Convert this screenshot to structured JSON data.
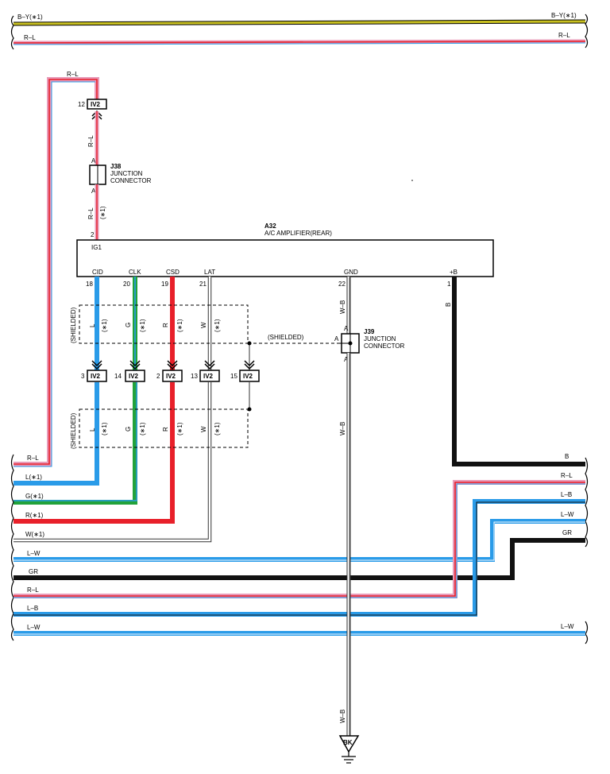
{
  "colors": {
    "blue": "#2a9be8",
    "red": "#e8202a",
    "green": "#22a23a",
    "yellow": "#c8c020",
    "black": "#111111",
    "white_wire": "#ffffff",
    "pink": "#e89ab8",
    "ground": "#000000"
  },
  "top_bus": {
    "b_y_left": "B–Y(∗1)",
    "b_y_right": "B–Y(∗1)",
    "r_l_left": "R–L",
    "r_l_right": "R–L"
  },
  "feed": {
    "wire_label": "R–L",
    "pin_iv2": "12",
    "iv2_label": "IV2",
    "vert_label_upper": "R–L",
    "vert_label_lower": "R–L",
    "vert_note": "(∗1)",
    "pin_ig1": "2"
  },
  "j38": {
    "code": "J38",
    "line1": "JUNCTION",
    "line2": "CONNECTOR",
    "pin_a_top": "A",
    "pin_a_bottom": "A"
  },
  "amp": {
    "code": "A32",
    "name": "A/C AMPLIFIER(REAR)",
    "ig1": "IG1",
    "cid": "CID",
    "clk": "CLK",
    "csd": "CSD",
    "lat": "LAT",
    "gnd": "GND",
    "plus_b": "+B",
    "pin_cid": "18",
    "pin_clk": "20",
    "pin_csd": "19",
    "pin_lat": "21",
    "pin_gnd": "22",
    "pin_plusb": "1"
  },
  "shield": {
    "label_left": "(SHIELDED)",
    "label_mid": "(SHIELDED)",
    "label_lower": "(SHIELDED)",
    "wire_l": "L",
    "wire_g": "G",
    "wire_r": "R",
    "wire_w": "W",
    "note": "(∗1)"
  },
  "iv2_row": {
    "label": "IV2",
    "pins": [
      "3",
      "14",
      "2",
      "13",
      "15"
    ]
  },
  "j39": {
    "code": "J39",
    "line1": "JUNCTION",
    "line2": "CONNECTOR",
    "pin_a_top": "A",
    "pin_a_left": "A",
    "pin_a_bottom": "A",
    "wire_upper": "W–B",
    "wire_lower": "W–B",
    "wire_bottom": "W–B"
  },
  "ground": {
    "label": "BK"
  },
  "plusb_wire": {
    "vert": "B",
    "right": "B"
  },
  "bottom_bus_left": {
    "r_l": "R–L",
    "l1": "L(∗1)",
    "g1": "G(∗1)",
    "r1": "R(∗1)",
    "w1": "W(∗1)",
    "l_w": "L–W",
    "gr": "GR",
    "r_l2": "R–L",
    "l_b": "L–B",
    "l_w2": "L–W"
  },
  "bottom_bus_right": {
    "r_l": "R–L",
    "l_b": "L–B",
    "l_w": "L–W",
    "gr": "GR",
    "l_w2": "L–W"
  }
}
